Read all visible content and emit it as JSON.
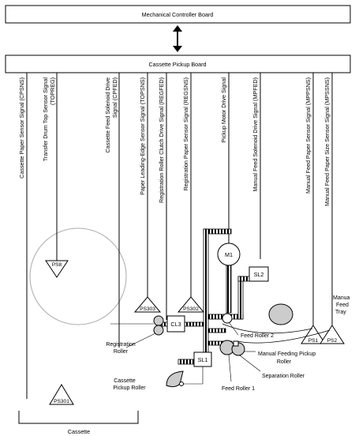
{
  "boards": {
    "controller": "Mechanical Controller Board",
    "pickup": "Cassette Pickup Board"
  },
  "signals": {
    "cpsns": "Cassette Paper Sensor Signal (CPSNS)",
    "topreg_1": "Transfer Drum Top Sensor Signal",
    "topreg_2": "(TOPREG)",
    "cpfed_1": "Cassette Feed Solenoid Drive",
    "cpfed_2": "Signal (CPFED)",
    "topsns": "Paper Leading-Edge Sensor Signal (TOPSNS)",
    "regfed": "Registration Roller Clutch Drive Signal (REGFED)",
    "regsns": "Registration Paper Sensor Signal (REGSNS)",
    "pickup_motor": "Pickup Motor Drive Signal",
    "mpfed": "Manual Feed Solenoid Drive Signal (MPFED)",
    "mppsns": "Manual Feed Paper Sensor Signal (MPPSNS)",
    "mpssns": "Manual Feed Paper Size Sensor Signal (MPSSNS)"
  },
  "components": {
    "ps8": "PS8",
    "ps303": "PS303",
    "ps302": "PS302",
    "ps301": "PS301",
    "ps1": "PS1",
    "ps2": "PS2",
    "m1": "M1",
    "sl1": "SL1",
    "sl2": "SL2",
    "cl3": "CL3"
  },
  "labels": {
    "registration_roller_1": "Registration",
    "registration_roller_2": "Roller",
    "feed_roller_2": "Feed Roller 2",
    "manual_feed_tray_1": "Manua",
    "manual_feed_tray_2": "Feed",
    "manual_feed_tray_3": "Tray",
    "manual_pickup_1": "Manual Feeding Pickup",
    "manual_pickup_2": "Roller",
    "separation_roller": "Separation Roller",
    "feed_roller_1": "Feed Roller 1",
    "cassette_pickup_1": "Cassette",
    "cassette_pickup_2": "Pickup Roller",
    "cassette": "Cassette"
  }
}
